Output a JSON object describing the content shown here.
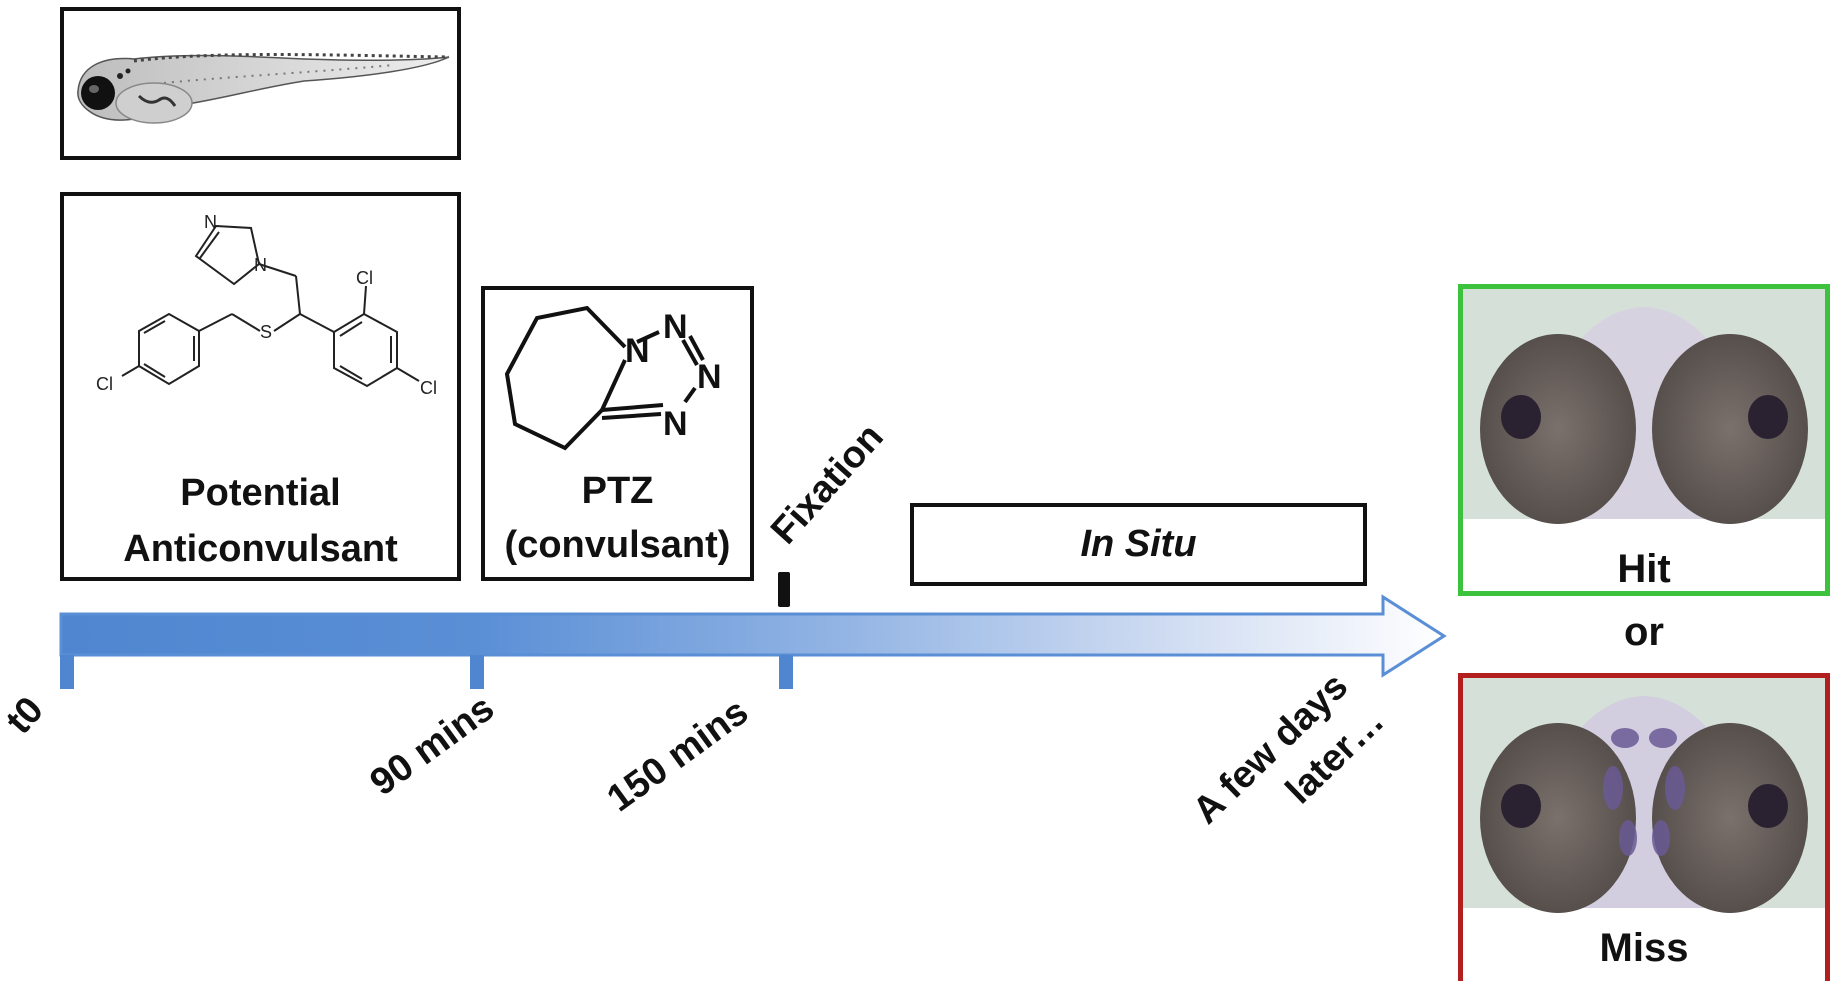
{
  "diagram": {
    "compound_label_line1": "Potential",
    "compound_label_line2": "Anticonvulsant",
    "ptz_label_line1": "PTZ",
    "ptz_label_line2": "(convulsant)",
    "fixation_label": "Fixation",
    "insitu_label": "In Situ",
    "timeline": {
      "t0": "t0",
      "t90": "90 mins",
      "t150": "150 mins",
      "later_line1": "A few days",
      "later_line2": "later…"
    },
    "outcome": {
      "hit_label": "Hit",
      "or_label": "or",
      "miss_label": "Miss"
    },
    "chem_atoms": {
      "cl1": "Cl",
      "cl2": "Cl",
      "cl3": "Cl",
      "s": "S",
      "n_ring1": "N",
      "n_ring2": "N",
      "ptz_n1": "N",
      "ptz_n2": "N",
      "ptz_n3": "N",
      "ptz_n4": "N"
    },
    "colors": {
      "arrow_dark": "#4f86cf",
      "arrow_light": "#ffffff",
      "hit_border": "#3cc23c",
      "miss_border": "#b31e1e",
      "box_border": "#111111"
    }
  }
}
